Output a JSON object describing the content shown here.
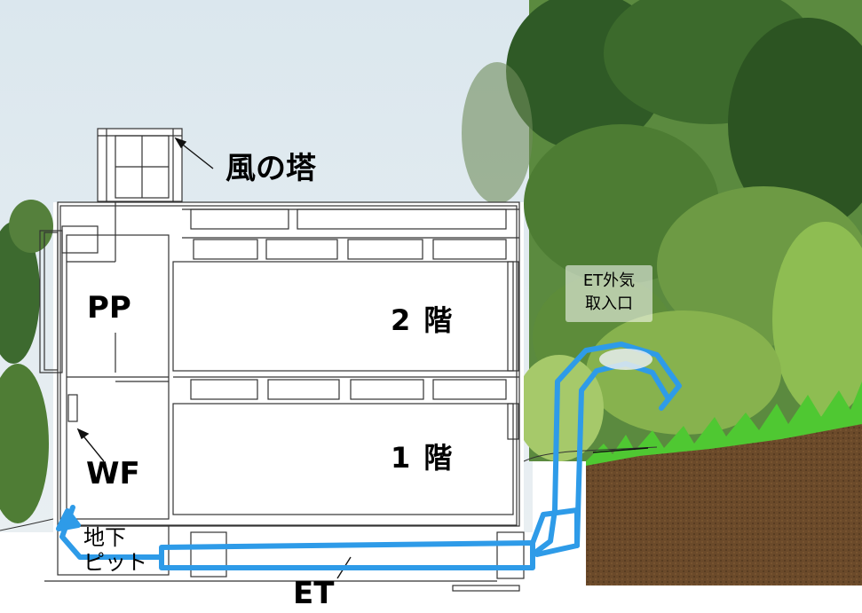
{
  "labels": {
    "wind_tower": "風の塔",
    "pp": "PP",
    "wf": "WF",
    "floor2": "2 階",
    "floor1": "1 階",
    "pit_line1": "地下",
    "pit_line2": "ピット",
    "et": "ET",
    "et_intake_line1": "ET外気",
    "et_intake_line2": "取入口"
  },
  "colors": {
    "sky": "#dfe9ef",
    "foliage_dark": "#3f6a2c",
    "foliage_light": "#8fbf5a",
    "soil": "#6b4a2a",
    "grass": "#5bd33a",
    "airflow": "#2e9be8",
    "building_line": "#333333"
  }
}
